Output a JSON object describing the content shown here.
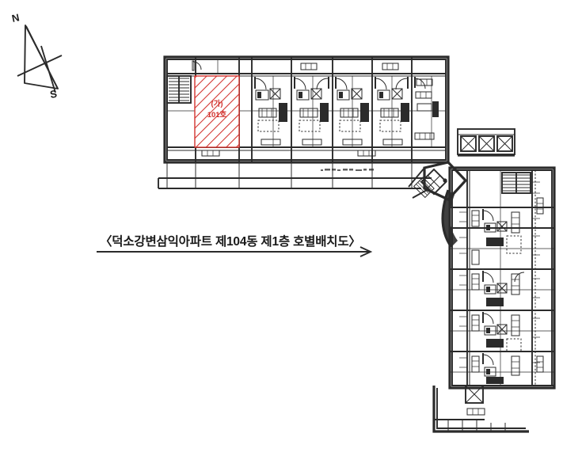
{
  "document": {
    "type": "architectural-floor-plan",
    "title": "〈덕소강변삼익아파트 제104동 제1층 호별배치도〉",
    "title_plain": "덕소강변삼익아파트 제104동 제1층 호별배치도",
    "building_name": "덕소강변삼익아파트",
    "building_number": "제104동",
    "floor": "제1층",
    "drawing_kind": "호별배치도"
  },
  "compass": {
    "north_label": "N",
    "south_label": "S",
    "name": "north-south-compass"
  },
  "highlight": {
    "unit_prefix": "(가)",
    "unit_number": "101호",
    "color": "#d2322d",
    "hatch": "diagonal-45",
    "description": "highlighted subject unit in west end of north wing"
  },
  "annotations": {
    "dimension_note": "",
    "bottom_note": ""
  },
  "colors": {
    "ink": "#2b2b2b",
    "accent_red": "#d2322d",
    "paper": "#ffffff"
  },
  "plan": {
    "wings": [
      {
        "name": "north-wing",
        "orientation": "horizontal",
        "unit_bays": 6
      },
      {
        "name": "east-wing",
        "orientation": "vertical",
        "unit_bays": 5
      }
    ],
    "corner": {
      "name": "diagonal-corner-link",
      "angle_deg": 45
    },
    "shafts": {
      "name": "elevator-shaft-bays",
      "count": 3,
      "symbol": "x-box"
    }
  }
}
